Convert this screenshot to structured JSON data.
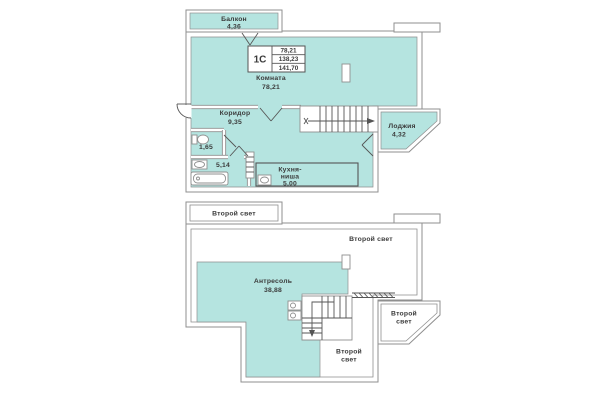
{
  "colors": {
    "room_fill": "#b5e4e0",
    "wall_line": "#8f8f8f",
    "detail_line": "#555555",
    "text": "#3b3b3b"
  },
  "floor1": {
    "balcony": {
      "name": "Балкон",
      "area": "4,36"
    },
    "info": {
      "type": "1С",
      "values": [
        "78,21",
        "138,23",
        "141,70"
      ]
    },
    "room": {
      "name": "Комната",
      "area": "78,21"
    },
    "corridor": {
      "name": "Коридор",
      "area": "9,35"
    },
    "wc": {
      "area": "1,65"
    },
    "bath": {
      "area": "5,14"
    },
    "kitchen": {
      "line1": "Кухня-",
      "line2": "ниша",
      "area": "5,00"
    },
    "loggia": {
      "name": "Лоджия",
      "area": "4,32"
    }
  },
  "floor2": {
    "light_top": "Второй свет",
    "light_upper": "Второй свет",
    "mezzanine": {
      "name": "Антресоль",
      "area": "38,88"
    },
    "light_center": {
      "line1": "Второй",
      "line2": "свет"
    },
    "light_side": {
      "line1": "Второй",
      "line2": "свет"
    }
  }
}
